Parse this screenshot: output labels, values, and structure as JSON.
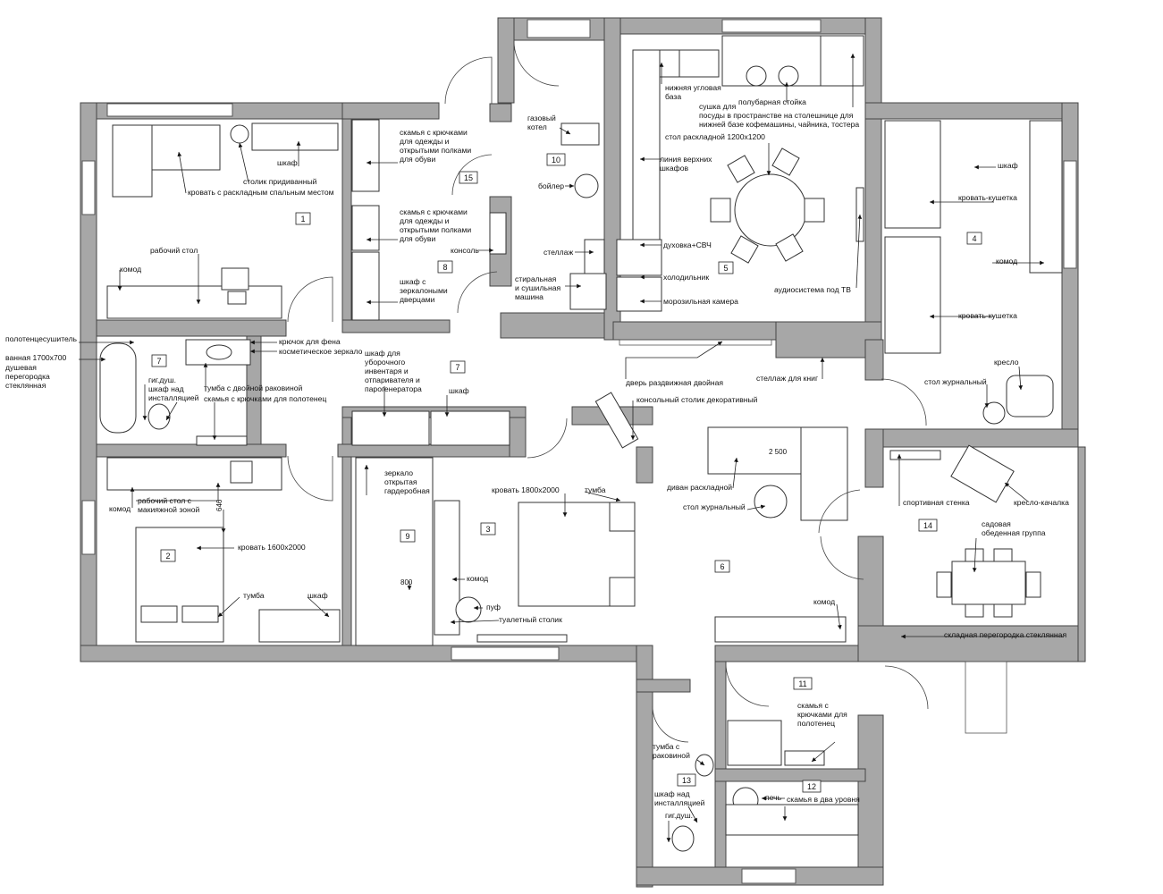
{
  "rooms": [
    "1",
    "2",
    "3",
    "4",
    "5",
    "6",
    "7",
    "7",
    "8",
    "9",
    "10",
    "11",
    "12",
    "13",
    "14",
    "15"
  ],
  "labels": {
    "l_polotence": "полотенцесушитель",
    "l_vanna": "ванная 1700х700",
    "l_dush": "душевая\nперегородка\nстеклянная",
    "l_gig1": "гиг.душ.",
    "l_shkaf_inst1": "шкаф над\nинсталляцией",
    "l_kryuchok": "крючок для фена",
    "l_zerkalo_kosm": "косметическое зеркало",
    "l_tumba_dv": "тумба с двойной раковиной",
    "l_skam_polot": "скамья с крючками для полотенец",
    "l_shkaf_uborka": "шкаф для\nуборочного\nинвентаря и\nотпаривателя и\nпарогенератора",
    "l_shkaf_kor": "шкаф",
    "l_dver_razd": "дверь раздвижная двойная",
    "l_konsol_stol": "консольный столик декоративный",
    "l_stellazh_knig": "стеллаж для книг",
    "l_stol_zhurn4": "стол журнальный",
    "l_kreslo": "кресло",
    "l_shkaf1": "шкаф",
    "l_stolik_prid": "столик придиванный",
    "l_krovat_razl": "кровать с раскладным спальным местом",
    "l_rab_stol1": "рабочий стол",
    "l_komod1": "комод",
    "l_skam15": "скамья с крючками\nдля одежды и\nоткрытыми полками\nдля обуви",
    "l_skam8": "скамья с крючками\nдля одежды и\nоткрытыми полками\nдля обуви",
    "l_konsol8": "консоль",
    "l_shkaf_zerk": "шкаф с\nзеркалоными\nдверцами",
    "l_gaz": "газовый\nкотел",
    "l_boyler": "бойлер",
    "l_stellazh10": "стеллаж",
    "l_stiralka": "стиральная\nи сушильная\nмашина",
    "l_niz_ugl": "нижняя угловая\nбаза",
    "l_polubar": "полубарная стойка",
    "l_sushka": "сушка для\nпосуды в пространстве на столешнице для\nнижней базе кофемашины, чайника, тостера",
    "l_stol_razd": "стол раскладной 1200х1200",
    "l_liniya": "линия верхних\nшкафов",
    "l_duhovka": "духовка+СВЧ",
    "l_holod": "холодильник",
    "l_moroz": "морозильная камера",
    "l_audio": "аудиосистема под ТВ",
    "l_shkaf4": "шкаф",
    "l_kushetka1": "кровать-кушетка",
    "l_komod4": "комод",
    "l_kushetka2": "кровать-кушетка",
    "l_zerkalo_gard": "зеркало\nоткрытая\nгардеробная",
    "l_krovat1800": "кровать 1800х2000",
    "l_tumba3": "тумба",
    "l_komod3": "комод",
    "l_puf": "пуф",
    "l_tual_stol": "туалетный столик",
    "l_dim800": "800",
    "l_komod2": "комод",
    "l_rab_stol2": "рабочий стол с\nмакияжной зоной",
    "l_dim646": "646",
    "l_krovat1600": "кровать 1600х2000",
    "l_tumba2": "тумба",
    "l_shkaf2": "шкаф",
    "l_divan": "диван раскладной",
    "l_dim2500": "2 500",
    "l_stol_zhurn6": "стол журнальный",
    "l_komod6": "комод",
    "l_sport": "спортивная стенка",
    "l_kreslo_kach": "кресло-качалка",
    "l_sadovaya": "садовая\nобеденная группа",
    "l_skladnaya": "складная перегородка стеклянная",
    "l_skam11": "скамья с\nкрючками для\nполотенец",
    "l_tumba13": "тумба с\nраковиной",
    "l_pech": "печь",
    "l_skam_dva": "скамья в два уровня",
    "l_shkaf_inst13": "шкаф над\nинсталляцией",
    "l_gig13": "гиг.душ."
  }
}
